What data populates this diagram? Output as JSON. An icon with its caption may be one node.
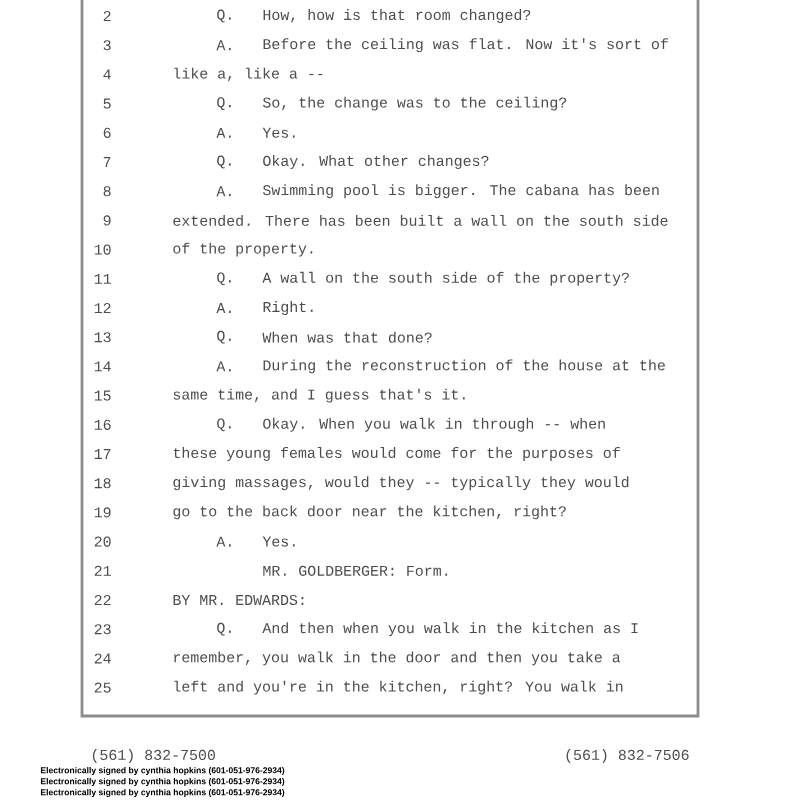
{
  "diagram": {
    "labels": [
      "2",
      "Q.",
      "How, how is that room changed?",
      "3",
      "A.",
      "Before the ceiling was flat. Now it's sort of",
      "4",
      "like a, like a --",
      "5",
      "Q.",
      "So, the change was to the ceiling?",
      "6",
      "A.",
      "Yes.",
      "7",
      "Q.",
      "Okay. What other changes?",
      "8",
      "A.",
      "Swimming pool is bigger. The cabana has been",
      "9",
      "extended. There has been built a wall on the south side",
      "10",
      "of the property.",
      "11",
      "Q.",
      "A wall on the south side of the property?",
      "12",
      "A.",
      "Right.",
      "13",
      "Q.",
      "When was that done?",
      "14",
      "A.",
      "During the reconstruction of the house at the",
      "15",
      "same time, and I guess that's it.",
      "16",
      "Q.",
      "Okay. When you walk in through -- when",
      "17",
      "these young females would come for the purposes of",
      "18",
      "giving massages, would they -- typically they would",
      "19",
      "go to the back door near the kitchen, right?",
      "20",
      "A.",
      "Yes.",
      "21",
      "MR. GOLDBERGER: Form.",
      "22",
      "BY MR. EDWARDS:",
      "23",
      "Q.",
      "And then when you walk in the kitchen as I",
      "24",
      "remember, you walk in the door and then you take a",
      "25",
      "left and you're in the kitchen, right? You walk in",
      "(561) 832-7500",
      "(561) 832-7506",
      "Electronically signed by cynthia hopkins (601-051-976-2934)",
      "Electronically signed by cynthia hopkins (601-051-976-2934)",
      "Electronically signed by cynthia hopkins (601-051-976-2934)"
    ]
  }
}
